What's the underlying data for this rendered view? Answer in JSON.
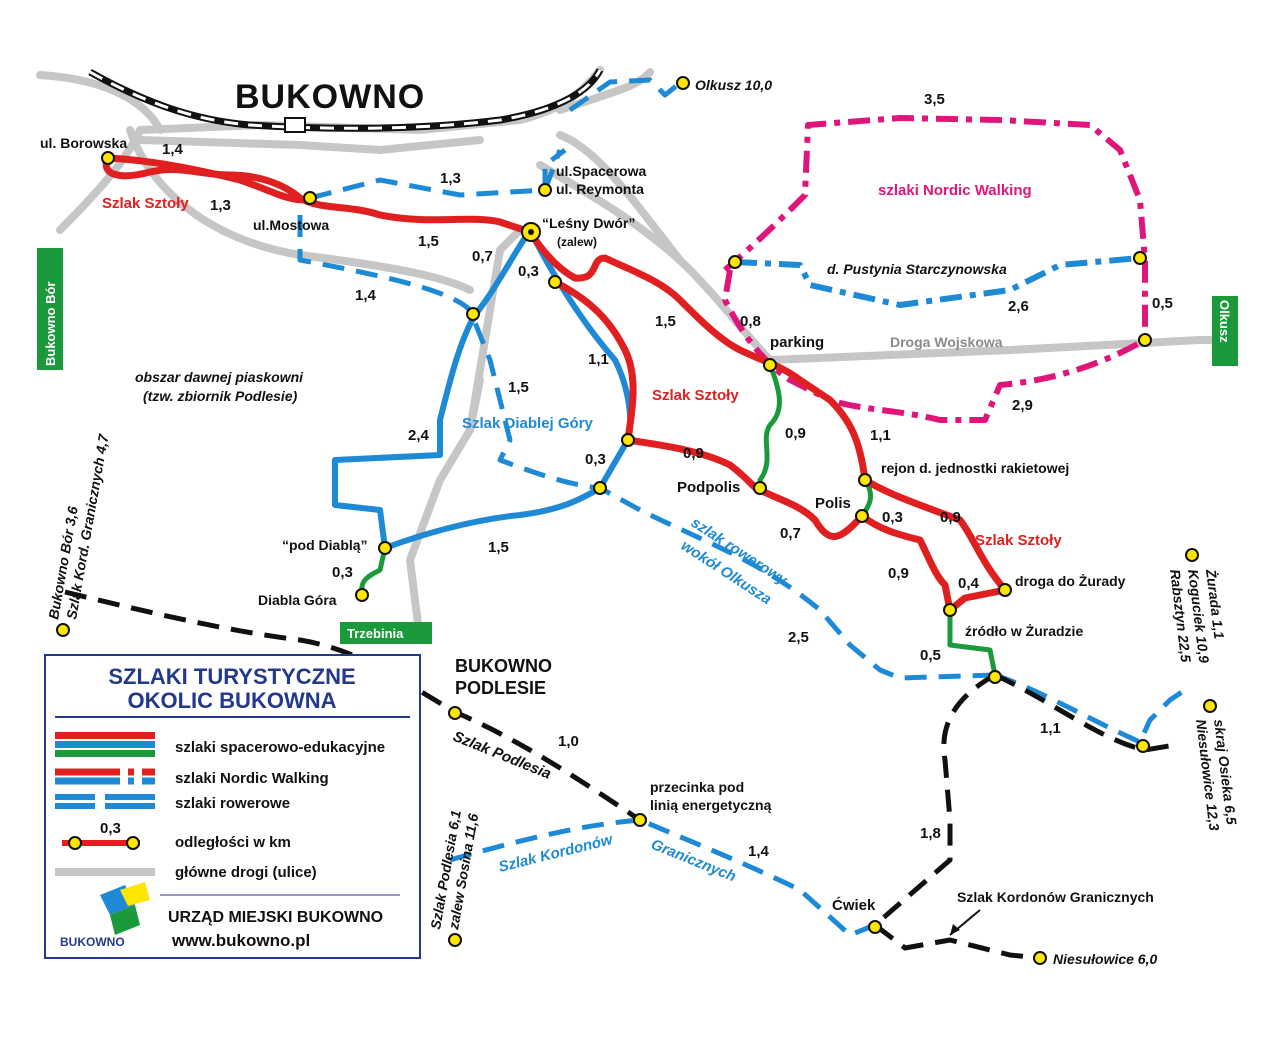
{
  "map": {
    "town_title": "BUKOWNO",
    "district_title": "BUKOWNO",
    "district_subtitle": "PODLESIE"
  },
  "signs": {
    "left": "Bukowno Bór",
    "right": "Olkusz",
    "bottom": "Trzebinia"
  },
  "places": {
    "borowska": "ul. Borowska",
    "mostowa": "ul.Mostowa",
    "spacerowa": "ul.Spacerowa",
    "reymonta": "ul. Reymonta",
    "lesny_dwor": "“Leśny Dwór”",
    "zalew": "(zalew)",
    "olkusz_top": "Olkusz  10,0",
    "parking": "parking",
    "droga_wojskowa": "Droga Wojskowa",
    "pustynia": "d. Pustynia Starczynowska",
    "podpolis": "Podpolis",
    "polis": "Polis",
    "rejon": "rejon d. jednostki rakietowej",
    "droga_zurady": "droga do Żurady",
    "zrodlo": "źródło w Żuradzie",
    "pod_diabla": "“pod Diablą”",
    "diabla_gora": "Diabla Góra",
    "obszar1": "obszar dawnej piaskowni",
    "obszar2": "(tzw. zbiornik Podlesie)",
    "przecinka1": "przecinka pod",
    "przecinka2": "linią energetyczną",
    "cwiek": "Ćwiek",
    "niesulowice_bottom": "Niesułowice  6,0",
    "szlak_kordonow_gr": "Szlak Kordonów Granicznych",
    "bukowno_bor_vert": "Bukowno Bór  3,6",
    "szlak_kord_vert": "Szlak Kord. Granicznych  4,7",
    "zurada_vert": "Żurada  1,1",
    "koguciek_vert": "Koguciek  10,9",
    "rabsztyn_vert": "Rabsztyn  22,5",
    "skraj_vert": "skraj Osieka  6,5",
    "niesulowice_vert": "Niesułowice  12,3",
    "szlak_podlesia_vert": "Szlak Podlesia  6,1",
    "zalew_sosina_vert": "zalew Sosina  11,6"
  },
  "trails": {
    "sztoly1": "Szlak Sztoły",
    "sztoly2": "Szlak Sztoły",
    "sztoly3": "Szlak Sztoły",
    "diablej": "Szlak Diablej Góry",
    "nordic": "szlaki Nordic Walking",
    "rowerowy1": "szlak rowerowy",
    "rowerowy2": "wokół Olkusza",
    "podlesia": "Szlak Podlesia",
    "kordonow1": "Szlak  Kordonów",
    "kordonow2": "Granicznych"
  },
  "distances": {
    "d_borowska": "1,4",
    "d_sztoly13": "1,3",
    "d_spacer13": "1,3",
    "d_15a": "1,5",
    "d_07a": "0,7",
    "d_03a": "0,3",
    "d_14b": "1,4",
    "d_35": "3,5",
    "d_26": "2,6",
    "d_05a": "0,5",
    "d_29": "2,9",
    "d_15b": "1,5",
    "d_08": "0,8",
    "d_11a": "1,1",
    "d_15c": "1,5",
    "d_24": "2,4",
    "d_09a": "0,9",
    "d_03b": "0,3",
    "d_09b": "0,9",
    "d_11b": "1,1",
    "d_07b": "0,7",
    "d_03c": "0,3",
    "d_09c": "0,9",
    "d_09d": "0,9",
    "d_04": "0,4",
    "d_15d": "1,5",
    "d_03d": "0,3",
    "d_25": "2,5",
    "d_05b": "0,5",
    "d_11c": "1,1",
    "d_10": "1,0",
    "d_14c": "1,4",
    "d_18": "1,8"
  },
  "legend": {
    "title1": "SZLAKI TURYSTYCZNE",
    "title2": "OKOLIC BUKOWNA",
    "item1": "szlaki spacerowo-edukacyjne",
    "item2": "szlaki Nordic Walking",
    "item3": "szlaki rowerowe",
    "item4": "odległości w km",
    "item4_sample": "0,3",
    "item5": "główne drogi (ulice)",
    "office": "URZĄD MIEJSKI BUKOWNO",
    "website": "www.bukowno.pl",
    "logo_text": "BUKOWNO"
  },
  "colors": {
    "red_trail": "#e02020",
    "blue_trail": "#1e8ad6",
    "green_trail": "#1a9a3a",
    "nordic_pink": "#e0157a",
    "legend_blue": "#233a8c",
    "road_grey": "#c6c6c6",
    "point_yellow": "#ffe600"
  }
}
